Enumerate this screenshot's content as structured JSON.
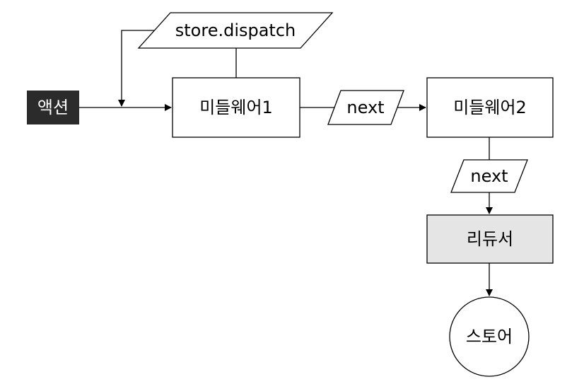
{
  "nodes": {
    "action": {
      "label": "액션",
      "fill": "#2b2b2b",
      "text_color": "#ffffff"
    },
    "dispatch": {
      "label": "store.dispatch"
    },
    "middleware1": {
      "label": "미들웨어1"
    },
    "next1": {
      "label": "next"
    },
    "middleware2": {
      "label": "미들웨어2"
    },
    "next2": {
      "label": "next"
    },
    "reducer": {
      "label": "리듀서",
      "fill": "#e5e5e5"
    },
    "store": {
      "label": "스토어"
    }
  },
  "edges": [
    {
      "from": "action",
      "to": "middleware1"
    },
    {
      "from": "dispatch",
      "to": "action-line"
    },
    {
      "from": "dispatch",
      "to": "middleware1"
    },
    {
      "from": "middleware1",
      "to": "middleware2",
      "via": "next1"
    },
    {
      "from": "middleware2",
      "to": "reducer",
      "via": "next2"
    },
    {
      "from": "reducer",
      "to": "store"
    }
  ]
}
